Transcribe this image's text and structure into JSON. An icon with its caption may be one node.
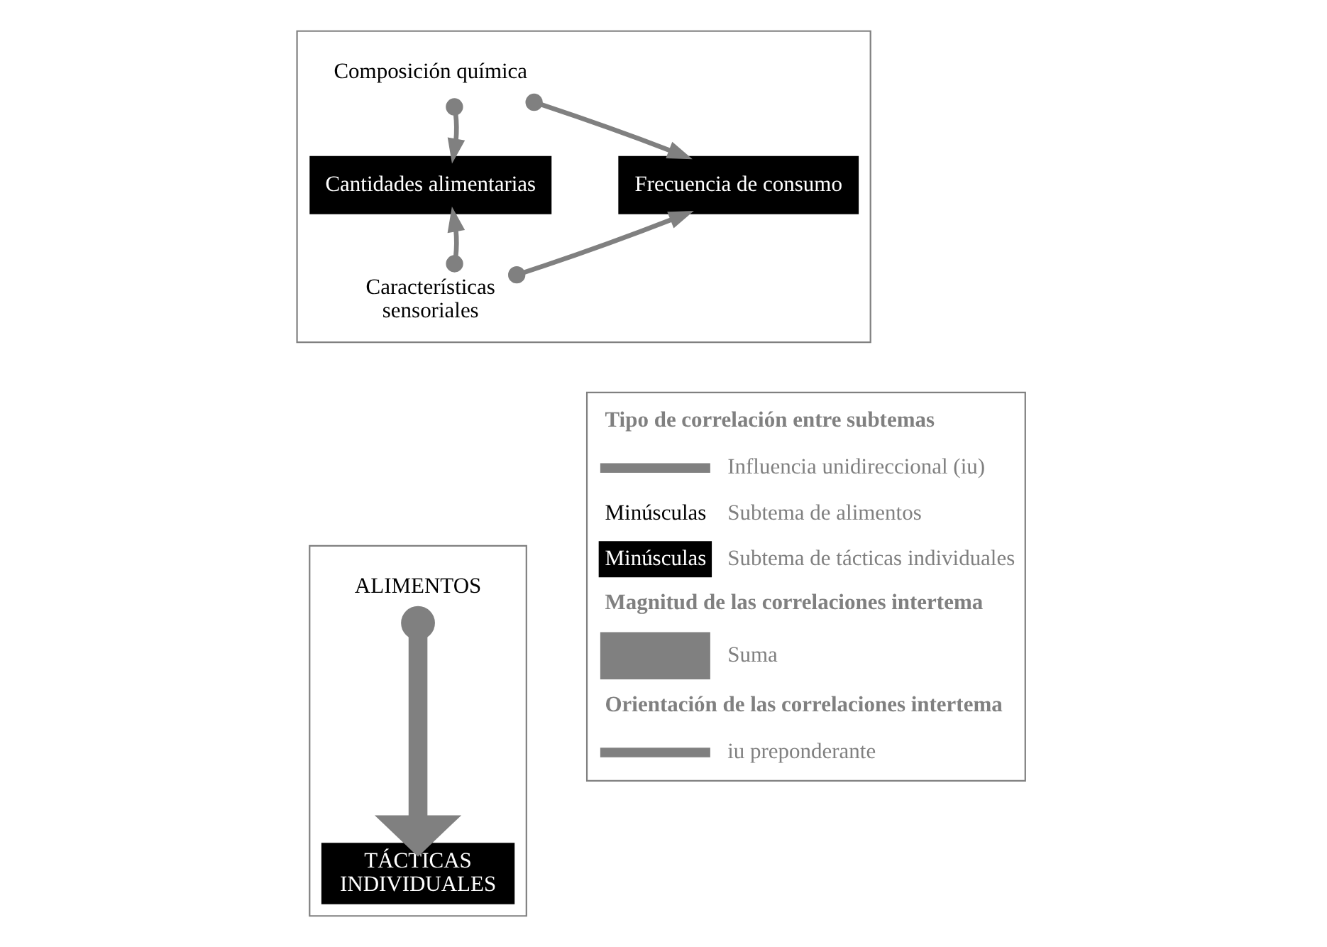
{
  "diagram": {
    "nodes": [
      {
        "text": [],
        "shape": "box"
      },
      {
        "text": [
          "Composición química"
        ],
        "in": 0
      },
      {
        "text": [
          "Cantidades alimentarias"
        ],
        "in": 0
      },
      {
        "text": [
          "Frecuencia de consumo"
        ],
        "in": 0
      },
      {
        "text": [
          "Características sensoriales"
        ],
        "in": 0
      },
      {
        "text": [],
        "shape": "box"
      },
      {
        "text": [
          "ALIMENTOS"
        ],
        "in": 5
      },
      {
        "text": [
          "TÁCTICAS INDIVIDUALES"
        ],
        "in": 5
      }
    ],
    "edges": [
      {
        "from": 1,
        "to": 2,
        "arrow": "to"
      },
      {
        "from": 1,
        "to": 3,
        "arrow": "to"
      },
      {
        "from": 4,
        "to": 2,
        "arrow": "to"
      },
      {
        "from": 4,
        "to": 3,
        "arrow": "to"
      },
      {
        "from": 6,
        "to": 7,
        "arrow": "to",
        "style": "thick"
      }
    ],
    "labels": [
      "Tipo de correlación entre subtemas",
      "Minúsculas",
      "Minúsculas",
      "Magnitud de las correlaciones intertema",
      "Orientación de las correlaciones intertema"
    ],
    "legend": [
      {
        "text": "Influencia unidireccional (iu)"
      },
      {
        "text": "Subtema de alimentos"
      },
      {
        "text": "Subtema de tácticas individuales"
      },
      {
        "text": "Suma"
      },
      {
        "text": "iu preponderante"
      }
    ]
  }
}
